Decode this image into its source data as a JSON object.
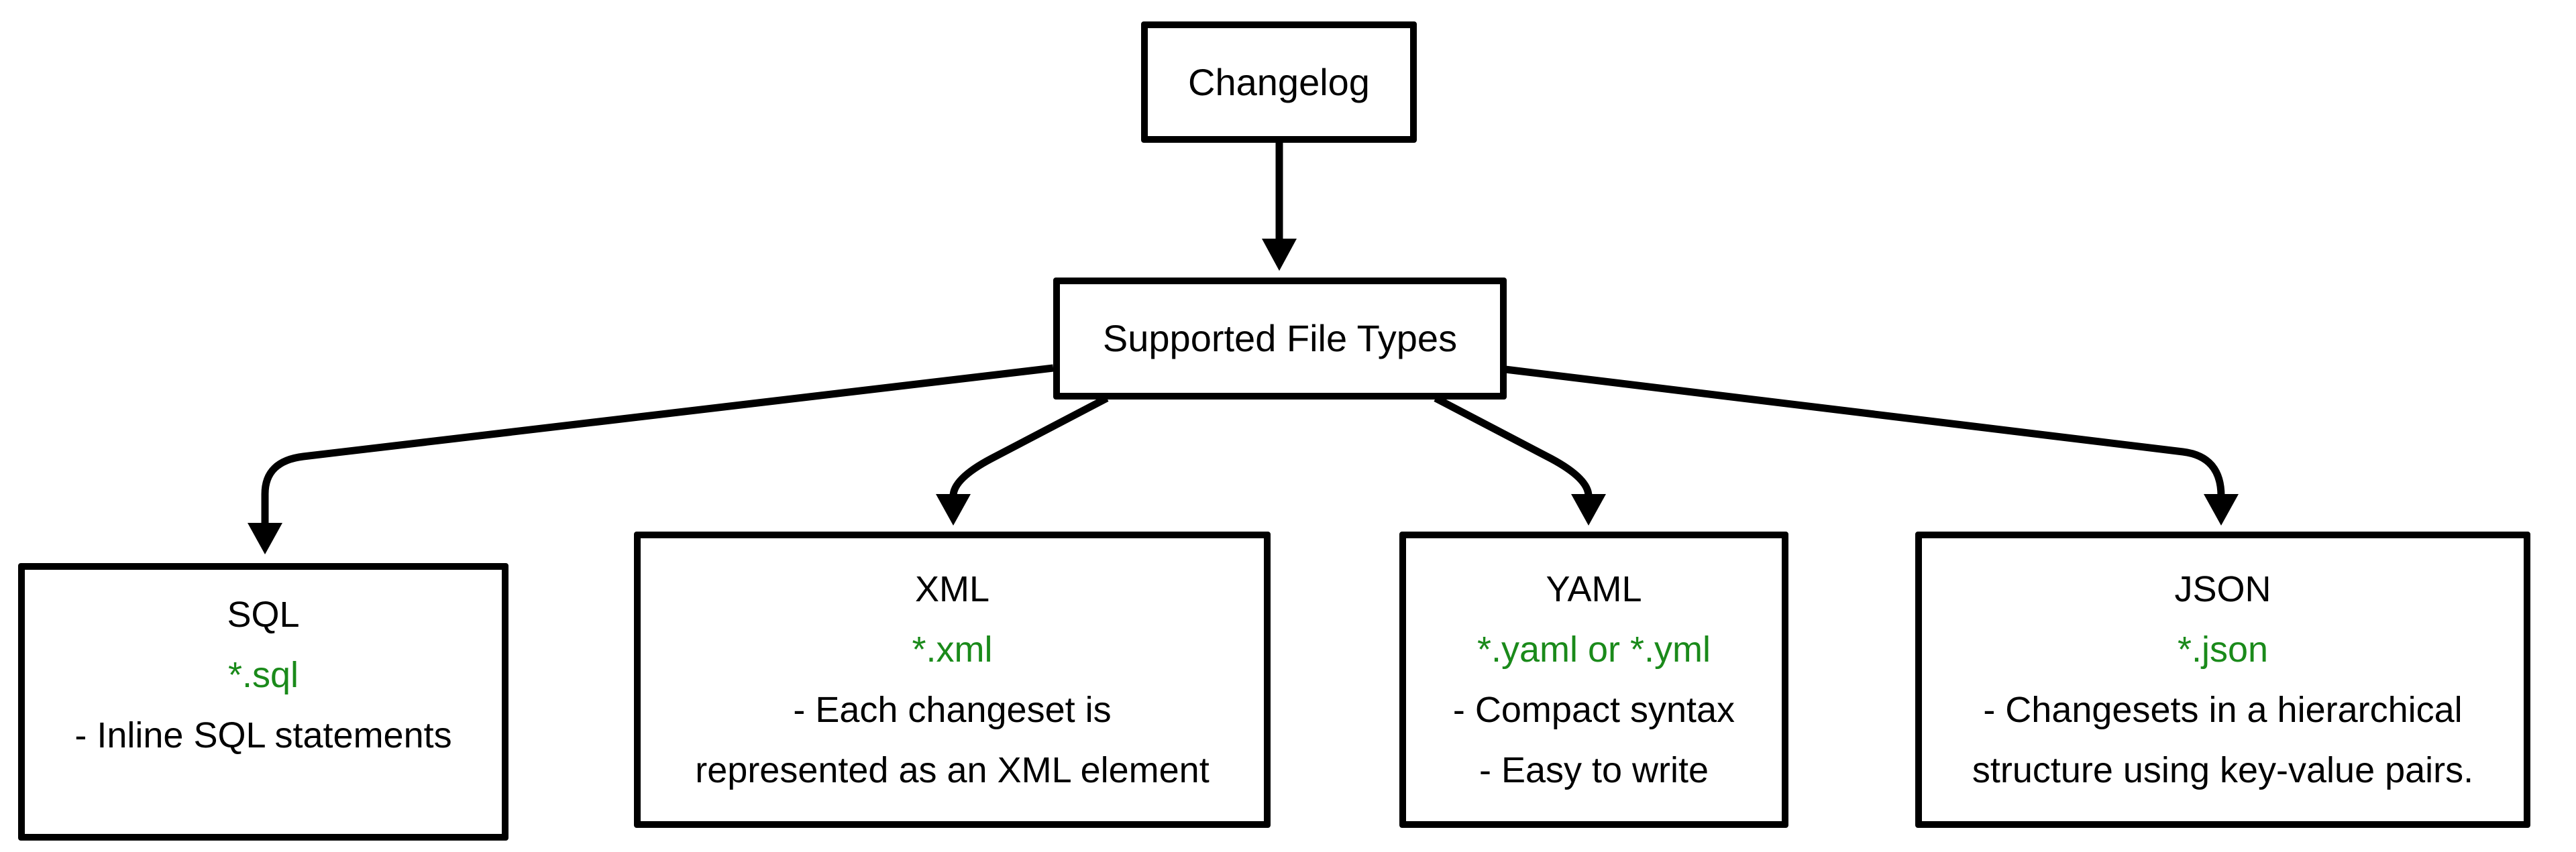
{
  "diagram": {
    "root": {
      "label": "Changelog"
    },
    "hub": {
      "label": "Supported File Types"
    },
    "file_types": [
      {
        "title": "SQL",
        "pattern": "*.sql",
        "description_lines": [
          "- Inline SQL statements"
        ]
      },
      {
        "title": "XML",
        "pattern": "*.xml",
        "description_lines": [
          "- Each changeset is",
          "represented as an XML element"
        ]
      },
      {
        "title": "YAML",
        "pattern": "*.yaml or *.yml",
        "description_lines": [
          "- Compact syntax",
          "- Easy to write"
        ]
      },
      {
        "title": "JSON",
        "pattern": "*.json",
        "description_lines": [
          "- Changesets in a hierarchical",
          "structure using key-value pairs."
        ]
      }
    ],
    "colors": {
      "pattern_green": "#1a8a1a",
      "line_black": "#000000",
      "background_white": "#ffffff"
    }
  }
}
